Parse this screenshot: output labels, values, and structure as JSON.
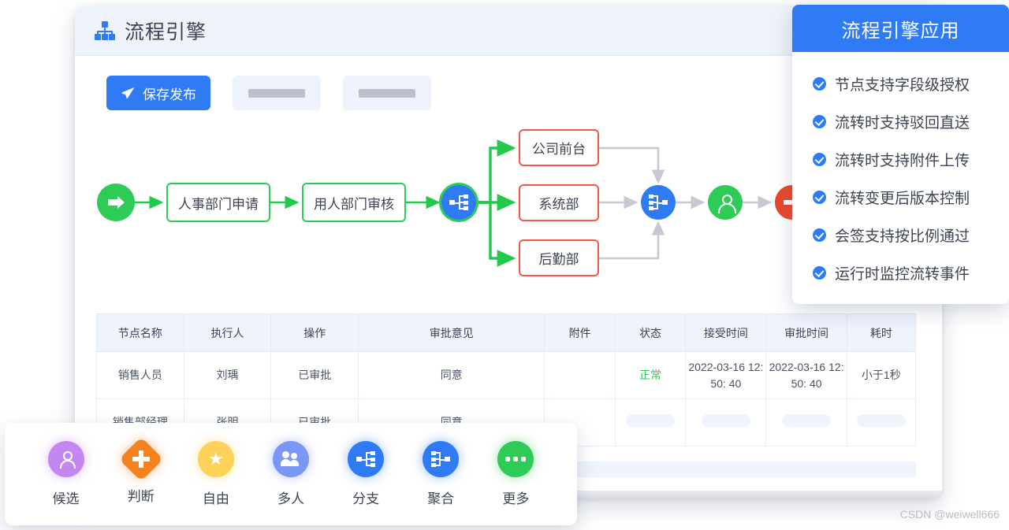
{
  "window": {
    "header": {
      "title": "流程引擎",
      "icon": "org-chart-icon"
    }
  },
  "toolbar": {
    "save_publish_label": "保存发布",
    "save_icon": "paper-plane-icon",
    "placeholder_buttons": 2
  },
  "flow": {
    "nodes": [
      {
        "id": "start",
        "type": "start",
        "icon": "arrow-right-icon",
        "label": ""
      },
      {
        "id": "hr-apply",
        "type": "task",
        "label": "人事部门申请",
        "border": "#2ecc57"
      },
      {
        "id": "dept-review",
        "type": "task",
        "label": "用人部门审核",
        "border": "#2ecc57"
      },
      {
        "id": "branch",
        "type": "branch",
        "icon": "branch-icon",
        "label": ""
      },
      {
        "id": "front-desk",
        "type": "task",
        "label": "公司前台",
        "border": "#f2594b"
      },
      {
        "id": "system-dept",
        "type": "task",
        "label": "系统部",
        "border": "#f2594b"
      },
      {
        "id": "logistics",
        "type": "task",
        "label": "后勤部",
        "border": "#f2594b"
      },
      {
        "id": "merge",
        "type": "merge",
        "icon": "merge-icon",
        "label": ""
      },
      {
        "id": "approver",
        "type": "person",
        "icon": "person-icon",
        "label": ""
      },
      {
        "id": "end",
        "type": "end",
        "icon": "minus-icon",
        "label": ""
      }
    ]
  },
  "table": {
    "columns": [
      "节点名称",
      "执行人",
      "操作",
      "审批意见",
      "附件",
      "状态",
      "接受时间",
      "审批时间",
      "耗时"
    ],
    "rows": [
      {
        "node_name": "销售人员",
        "executor": "刘瑀",
        "action": "已审批",
        "opinion": "同意",
        "attachment": "",
        "status": "正常",
        "accept_time": "2022-03-16 12: 50: 40",
        "approve_time": "2022-03-16 12: 50: 40",
        "elapsed": "小于1秒"
      },
      {
        "node_name": "销售部经理",
        "executor": "张明",
        "action": "已审批",
        "opinion": "同意",
        "attachment": "",
        "status": "",
        "accept_time": "",
        "approve_time": "",
        "elapsed": ""
      }
    ]
  },
  "feature_panel": {
    "title": "流程引擎应用",
    "items": [
      "节点支持字段级授权",
      "流转时支持驳回直送",
      "流转时支持附件上传",
      "流转变更后版本控制",
      "会签支持按比例通过",
      "运行时监控流转事件"
    ]
  },
  "palette": {
    "items": [
      {
        "label": "候选",
        "icon": "candidate-person-icon",
        "color": "#c487f0"
      },
      {
        "label": "判断",
        "icon": "plus-diamond-icon",
        "color": "#f58220"
      },
      {
        "label": "自由",
        "icon": "star-icon",
        "color": "#fcd259"
      },
      {
        "label": "多人",
        "icon": "multi-user-icon",
        "color": "#7a97f5"
      },
      {
        "label": "分支",
        "icon": "branch-icon",
        "color": "#2f7bf6"
      },
      {
        "label": "聚合",
        "icon": "merge-icon",
        "color": "#2f7bf6"
      },
      {
        "label": "更多",
        "icon": "ellipsis-icon",
        "color": "#2ecc57"
      }
    ]
  },
  "watermark": "CSDN @weiwell666",
  "colors": {
    "primary": "#2f7bf6",
    "success": "#2ecc57",
    "danger": "#f2594b",
    "header_bg": "#eef2fb"
  }
}
